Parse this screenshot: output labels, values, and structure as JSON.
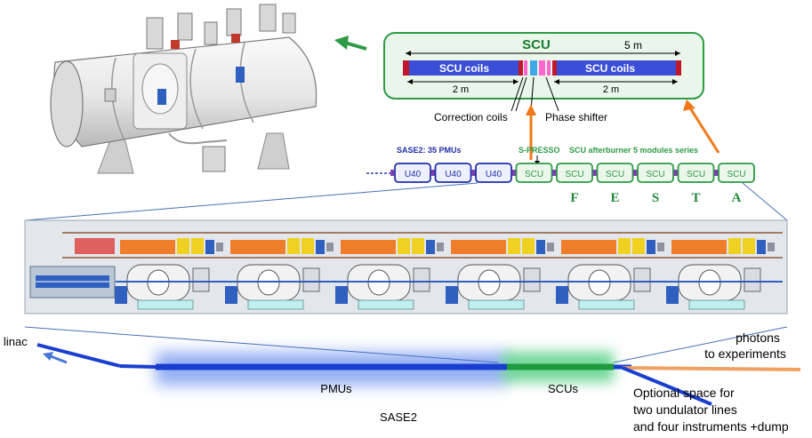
{
  "scu_box": {
    "title": "SCU",
    "total_length": "5 m",
    "coil_left_label": "SCU coils",
    "coil_right_label": "SCU coils",
    "left_length": "2 m",
    "right_length": "2 m",
    "correction_coils": "Correction coils",
    "phase_shifter": "Phase shifter"
  },
  "beamline": {
    "sase2_label": "SASE2: 35 PMUs",
    "spresso_label": "S-PRESSO",
    "afterburner_label": "SCU afterburner 5 modules series",
    "pmu_modules": [
      "U40",
      "U40",
      "U40"
    ],
    "scu_modules": [
      "SCU",
      "SCU",
      "SCU",
      "SCU",
      "SCU",
      "SCU"
    ],
    "festa_letters": [
      "F",
      "E",
      "S",
      "T",
      "A"
    ]
  },
  "overview": {
    "linac": "linac",
    "pmus": "PMUs",
    "scus": "SCUs",
    "sase2": "SASE2",
    "photons_line1": "photons",
    "photons_line2": "to experiments",
    "optional_line1": "Optional space for",
    "optional_line2": "two undulator lines",
    "optional_line3": "and four instruments +dump"
  },
  "colors": {
    "scu_green": "#2e9a45",
    "coil_blue": "#3b4fd6",
    "pmu_blue": "#1f2fa8",
    "beam_blue": "#1a3fd0",
    "photon_orange": "#f0a060",
    "arrow_orange": "#f07a1a",
    "festa_green": "#1f8a3a"
  }
}
